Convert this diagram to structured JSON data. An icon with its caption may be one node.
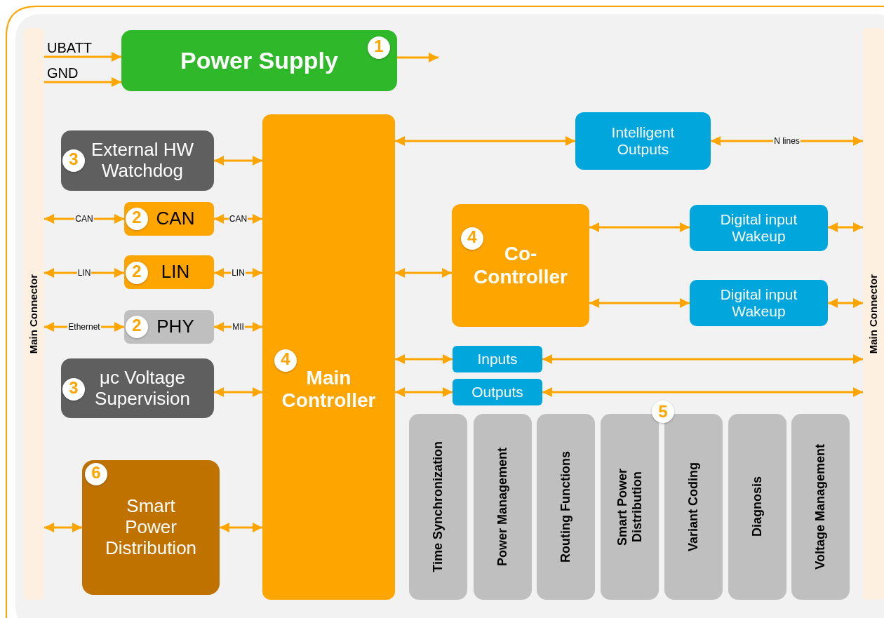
{
  "diagram": {
    "nodes": [
      {
        "text": [
          "Main Connector"
        ]
      },
      {
        "text": [
          "Main Connector"
        ]
      },
      {
        "text": [
          "1",
          "Power Supply"
        ]
      },
      {
        "text": [
          "3",
          "External HW Watchdog"
        ]
      },
      {
        "text": [
          "2",
          "CAN"
        ]
      },
      {
        "text": [
          "2",
          "LIN"
        ]
      },
      {
        "text": [
          "2",
          "PHY"
        ]
      },
      {
        "text": [
          "3",
          "μc Voltage Supervision"
        ]
      },
      {
        "text": [
          "6",
          "Smart Power Distribution"
        ]
      },
      {
        "text": [
          "4",
          "Main Controller"
        ]
      },
      {
        "text": [
          "Intelligent Outputs"
        ]
      },
      {
        "text": [
          "4",
          "Co-Controller"
        ]
      },
      {
        "text": [
          "Digital input Wakeup"
        ]
      },
      {
        "text": [
          "Digital input Wakeup"
        ]
      },
      {
        "text": [
          "Inputs"
        ]
      },
      {
        "text": [
          "Outputs"
        ]
      },
      {
        "text": [
          "Time Synchronization"
        ]
      },
      {
        "text": [
          "Power Management"
        ]
      },
      {
        "text": [
          "Routing Functions"
        ]
      },
      {
        "text": [
          "Smart Power Distribution"
        ]
      },
      {
        "text": [
          "Variant Coding"
        ]
      },
      {
        "text": [
          "Diagnosis"
        ]
      },
      {
        "text": [
          "Voltage Management"
        ]
      }
    ],
    "edges": [
      {
        "from": 0,
        "to": 2,
        "arrow": "to",
        "label": "UBATT"
      },
      {
        "from": 0,
        "to": 2,
        "arrow": "to",
        "label": "GND"
      },
      {
        "from": 2,
        "to": null,
        "arrow": "to"
      },
      {
        "from": 3,
        "to": 9,
        "arrow": "both"
      },
      {
        "from": 0,
        "to": 4,
        "arrow": "both",
        "label": "CAN"
      },
      {
        "from": 4,
        "to": 9,
        "arrow": "both",
        "label": "CAN"
      },
      {
        "from": 0,
        "to": 5,
        "arrow": "both",
        "label": "LIN"
      },
      {
        "from": 5,
        "to": 9,
        "arrow": "both",
        "label": "LIN"
      },
      {
        "from": 0,
        "to": 6,
        "arrow": "both",
        "label": "Ethernet"
      },
      {
        "from": 6,
        "to": 9,
        "arrow": "both",
        "label": "MII"
      },
      {
        "from": 7,
        "to": 9,
        "arrow": "both"
      },
      {
        "from": 0,
        "to": 8,
        "arrow": "both"
      },
      {
        "from": 8,
        "to": 9,
        "arrow": "both"
      },
      {
        "from": 9,
        "to": 10,
        "arrow": "both"
      },
      {
        "from": 10,
        "to": 1,
        "arrow": "both",
        "label": "N lines"
      },
      {
        "from": 9,
        "to": 11,
        "arrow": "both"
      },
      {
        "from": 11,
        "to": 12,
        "arrow": "both"
      },
      {
        "from": 11,
        "to": 13,
        "arrow": "both"
      },
      {
        "from": 12,
        "to": 1,
        "arrow": "both"
      },
      {
        "from": 13,
        "to": 1,
        "arrow": "both"
      },
      {
        "from": 9,
        "to": 14,
        "arrow": "both"
      },
      {
        "from": 14,
        "to": 1,
        "arrow": "both"
      },
      {
        "from": 9,
        "to": 15,
        "arrow": "both"
      },
      {
        "from": 15,
        "to": 1,
        "arrow": "both"
      }
    ],
    "labels": [
      "5"
    ]
  }
}
